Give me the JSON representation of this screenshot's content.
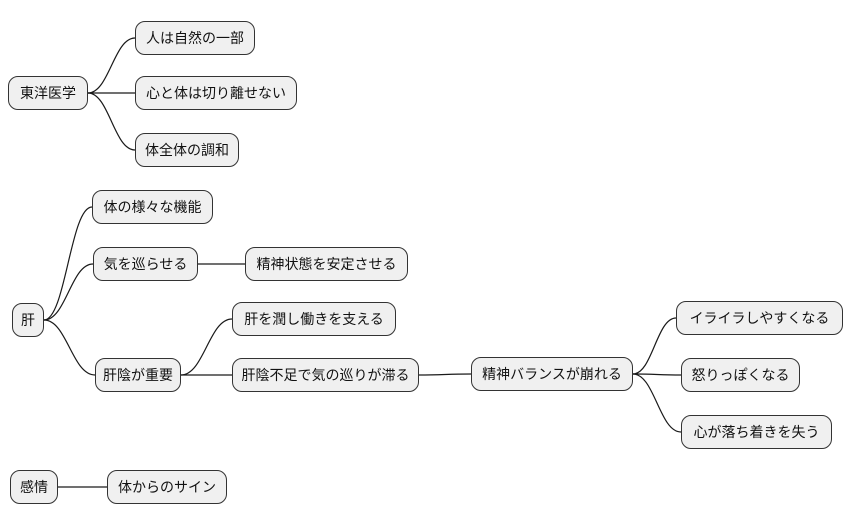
{
  "diagram": {
    "type": "mindmap",
    "background": "#ffffff",
    "node_fill": "#f0f0f0",
    "node_border": "#333333",
    "text_color": "#111111",
    "edge_color": "#1a1a1a",
    "nodes": {
      "toyo": {
        "label": "東洋医学"
      },
      "hito": {
        "label": "人は自然の一部"
      },
      "kokoro_karada": {
        "label": "心と体は切り離せない"
      },
      "chowa": {
        "label": "体全体の調和"
      },
      "kan": {
        "label": "肝"
      },
      "kinou": {
        "label": "体の様々な機能"
      },
      "ki_megurase": {
        "label": "気を巡らせる"
      },
      "seishin_antei": {
        "label": "精神状態を安定させる"
      },
      "kanin_juyo": {
        "label": "肝陰が重要"
      },
      "kan_uruoshi": {
        "label": "肝を潤し働きを支える"
      },
      "kanin_fusoku": {
        "label": "肝陰不足で気の巡りが滞る"
      },
      "seishin_balance": {
        "label": "精神バランスが崩れる"
      },
      "iraira": {
        "label": "イライラしやすくなる"
      },
      "okorippoku": {
        "label": "怒りっぽくなる"
      },
      "ochitsuki": {
        "label": "心が落ち着きを失う"
      },
      "kanjo": {
        "label": "感情"
      },
      "karada_sign": {
        "label": "体からのサイン"
      }
    },
    "edges": [
      {
        "from": "toyo",
        "to": "hito"
      },
      {
        "from": "toyo",
        "to": "kokoro_karada"
      },
      {
        "from": "toyo",
        "to": "chowa"
      },
      {
        "from": "kan",
        "to": "kinou"
      },
      {
        "from": "kan",
        "to": "ki_megurase"
      },
      {
        "from": "kan",
        "to": "kanin_juyo"
      },
      {
        "from": "ki_megurase",
        "to": "seishin_antei"
      },
      {
        "from": "kanin_juyo",
        "to": "kan_uruoshi"
      },
      {
        "from": "kanin_juyo",
        "to": "kanin_fusoku"
      },
      {
        "from": "kanin_fusoku",
        "to": "seishin_balance"
      },
      {
        "from": "seishin_balance",
        "to": "iraira"
      },
      {
        "from": "seishin_balance",
        "to": "okorippoku"
      },
      {
        "from": "seishin_balance",
        "to": "ochitsuki"
      },
      {
        "from": "kanjo",
        "to": "karada_sign"
      }
    ]
  }
}
